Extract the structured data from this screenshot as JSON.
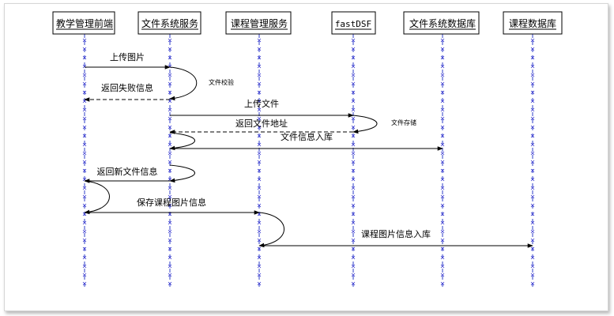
{
  "participants": [
    {
      "id": "portal",
      "label": "教学管理前端"
    },
    {
      "id": "fs",
      "label": "文件系统服务"
    },
    {
      "id": "course",
      "label": "课程管理服务"
    },
    {
      "id": "fastdsf",
      "label": "fastDSF"
    },
    {
      "id": "fsdb",
      "label": "文件系统数据库"
    },
    {
      "id": "coursedb",
      "label": "课程数据库"
    }
  ],
  "messages": [
    {
      "id": "m1",
      "from": "portal",
      "to": "fs",
      "label": "上传图片",
      "style": "solid"
    },
    {
      "id": "s1",
      "self": "fs",
      "label": "文件校验"
    },
    {
      "id": "m2",
      "from": "fs",
      "to": "portal",
      "label": "返回失败信息",
      "style": "dashed"
    },
    {
      "id": "m3",
      "from": "fs",
      "to": "fastdsf",
      "label": "上传文件",
      "style": "solid"
    },
    {
      "id": "s2",
      "self": "fastdsf",
      "label": "文件存储"
    },
    {
      "id": "m4",
      "from": "fastdsf",
      "to": "fs",
      "label": "返回文件地址",
      "style": "dashed"
    },
    {
      "id": "s3",
      "self": "fs",
      "label": ""
    },
    {
      "id": "m5",
      "from": "fs",
      "to": "fsdb",
      "label": "文件信息入库",
      "style": "solid"
    },
    {
      "id": "s4",
      "self": "fs",
      "label": ""
    },
    {
      "id": "m6",
      "from": "fs",
      "to": "portal",
      "label": "返回新文件信息",
      "style": "solid"
    },
    {
      "id": "s5",
      "self": "portal",
      "label": ""
    },
    {
      "id": "m7",
      "from": "portal",
      "to": "course",
      "label": "保存课程图片信息",
      "style": "solid"
    },
    {
      "id": "s6",
      "self": "course",
      "label": ""
    },
    {
      "id": "m8",
      "from": "course",
      "to": "coursedb",
      "label": "课程图片信息入库",
      "style": "solid"
    }
  ]
}
